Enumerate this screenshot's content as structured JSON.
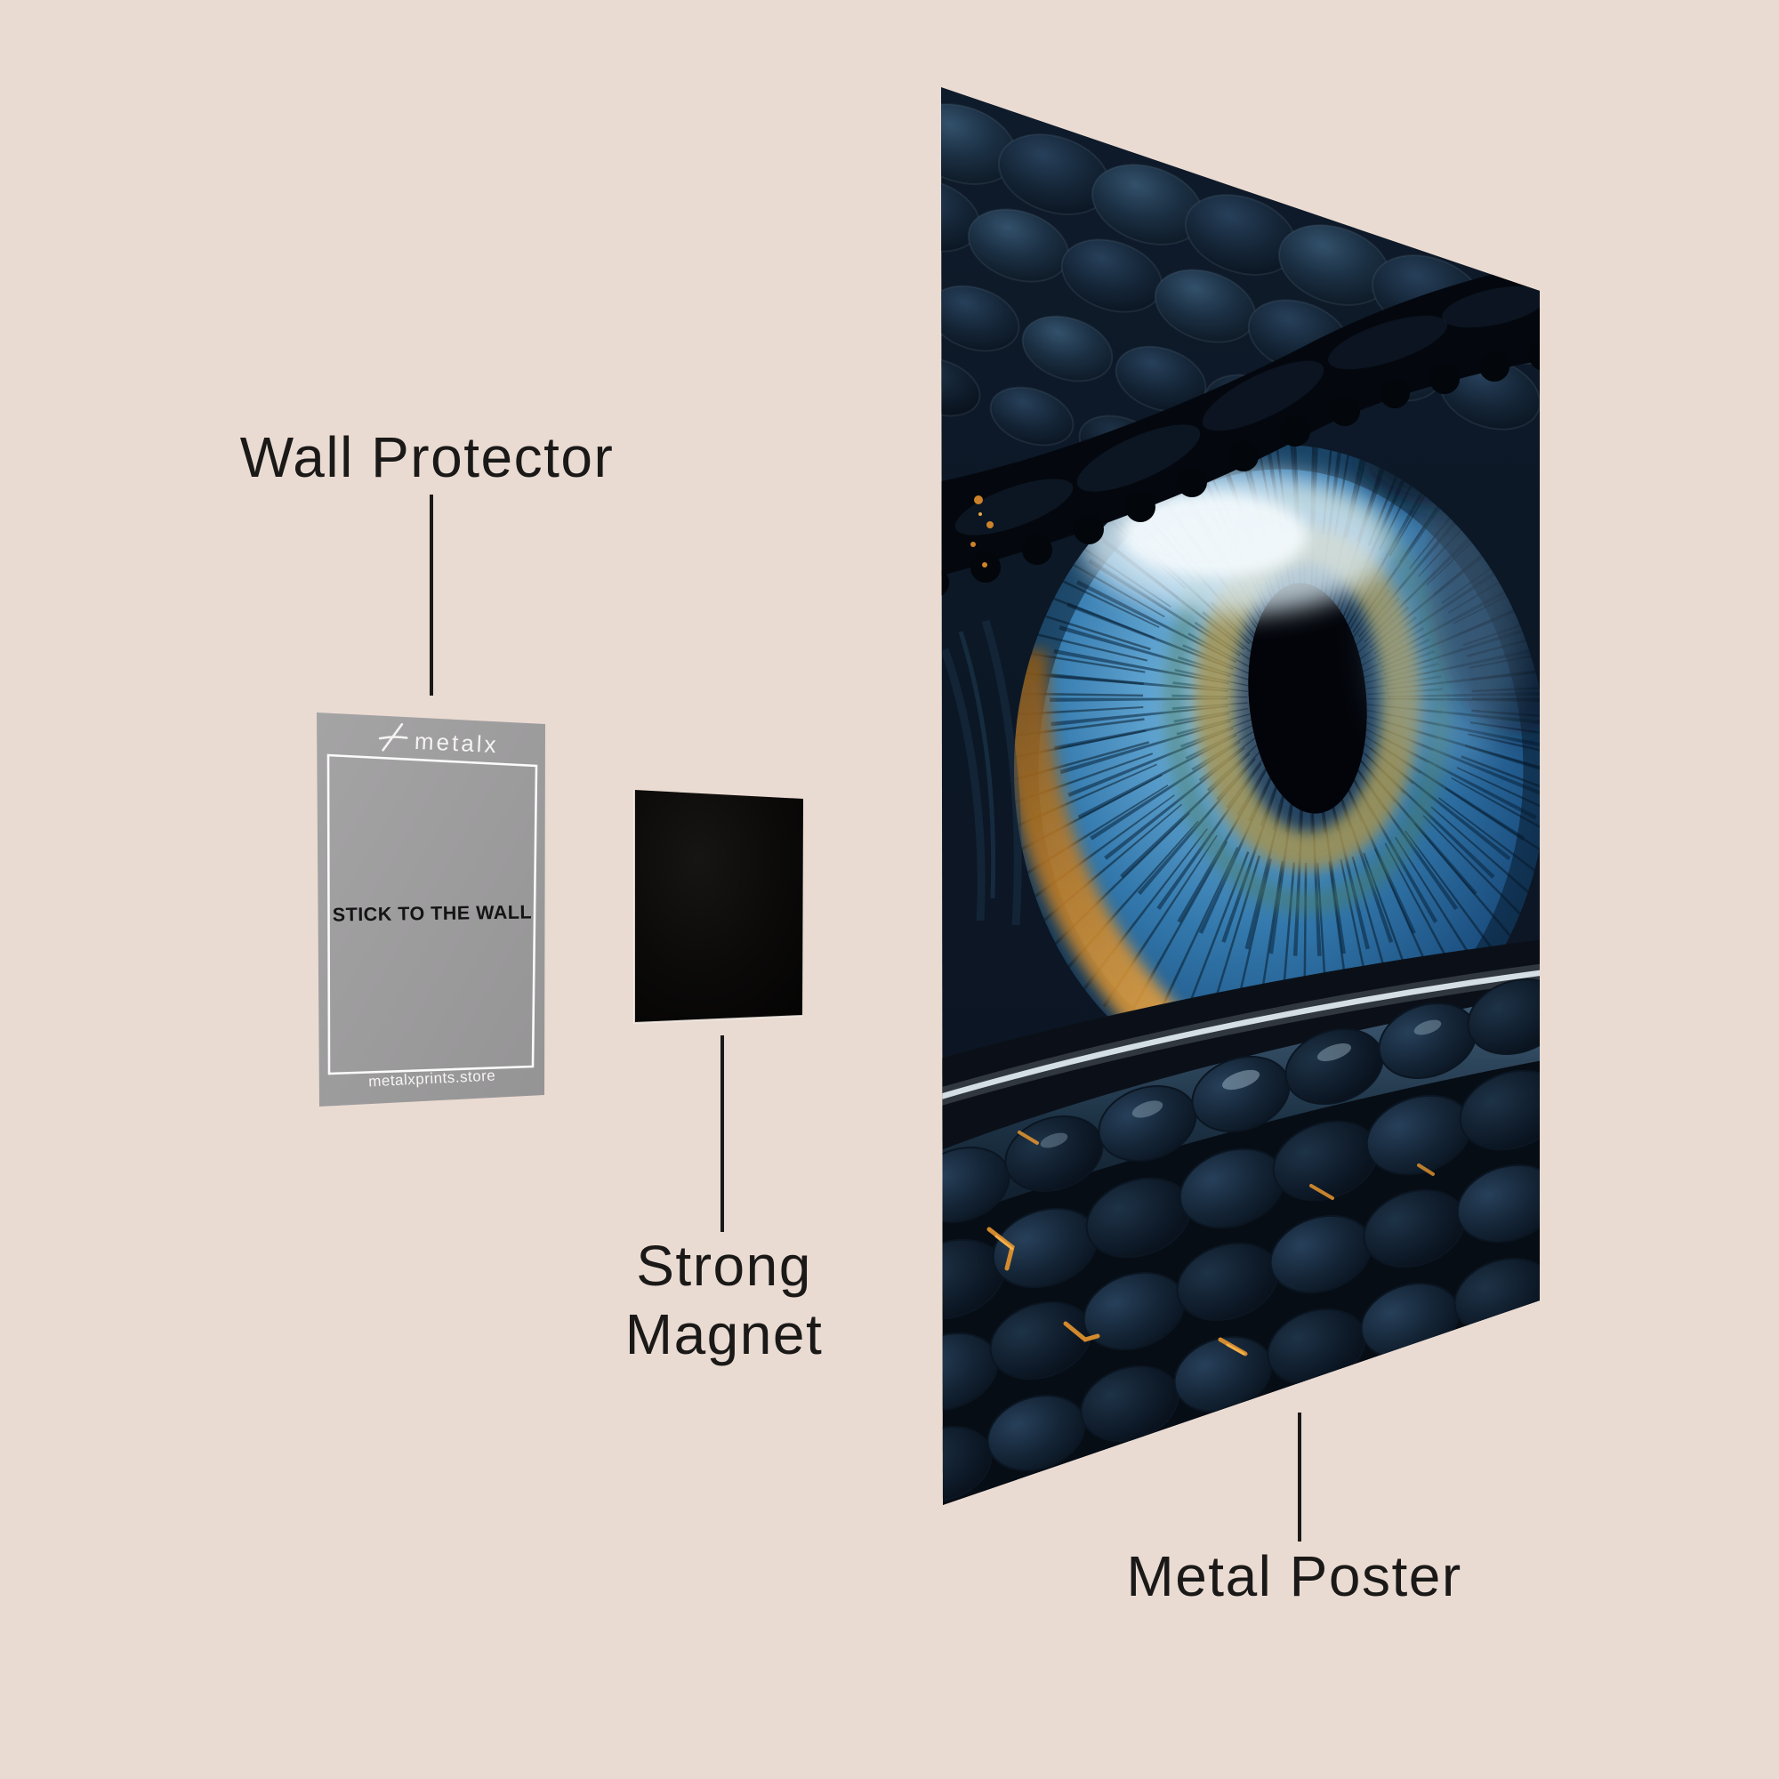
{
  "colors": {
    "background": "#eadbd2",
    "ink": "#1a1918",
    "card_gray": "#9e9d9e",
    "card_text_white": "#f5f4f3",
    "magnet_black": "#0b0a09",
    "iris_blue": "#3277ab",
    "iris_highlight": "#f4fafd",
    "pupil_black": "#02040a",
    "gold_ring": "#a9924a",
    "accent_orange": "#e8962e",
    "scale_dark_blue": "#152638"
  },
  "labels": {
    "wall_protector": "Wall Protector",
    "strong_magnet_line1": "Strong",
    "strong_magnet_line2": "Magnet",
    "metal_poster": "Metal Poster"
  },
  "wall_protector_card": {
    "brand": "metalx",
    "center_text": "STICK TO THE WALL",
    "footer_text": "metalxprints.store"
  },
  "poster": {
    "artwork_alt": "Close-up of a blue reptile eye surrounded by dark scales"
  }
}
